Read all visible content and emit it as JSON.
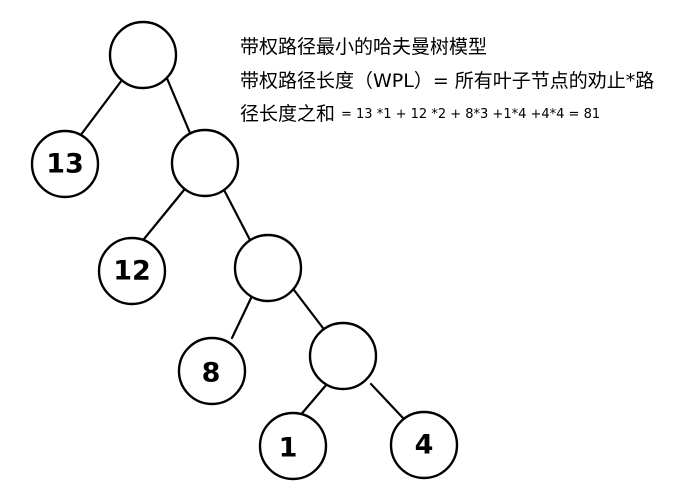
{
  "description": {
    "title": "带权路径最小的哈夫曼树模型",
    "wpl_definition": "带权路径长度（WPL）= 所有叶子节点的劝止*路",
    "wpl_continuation": "径长度之和",
    "wpl_formula": "= 13 *1 + 12 *2 + 8*3 +1*4 +4*4 = 81"
  },
  "tree": {
    "leaves": [
      "13",
      "12",
      "8",
      "1",
      "4"
    ]
  },
  "colors": {
    "stroke": "#000000",
    "fill": "#ffffff",
    "text": "#000000"
  }
}
